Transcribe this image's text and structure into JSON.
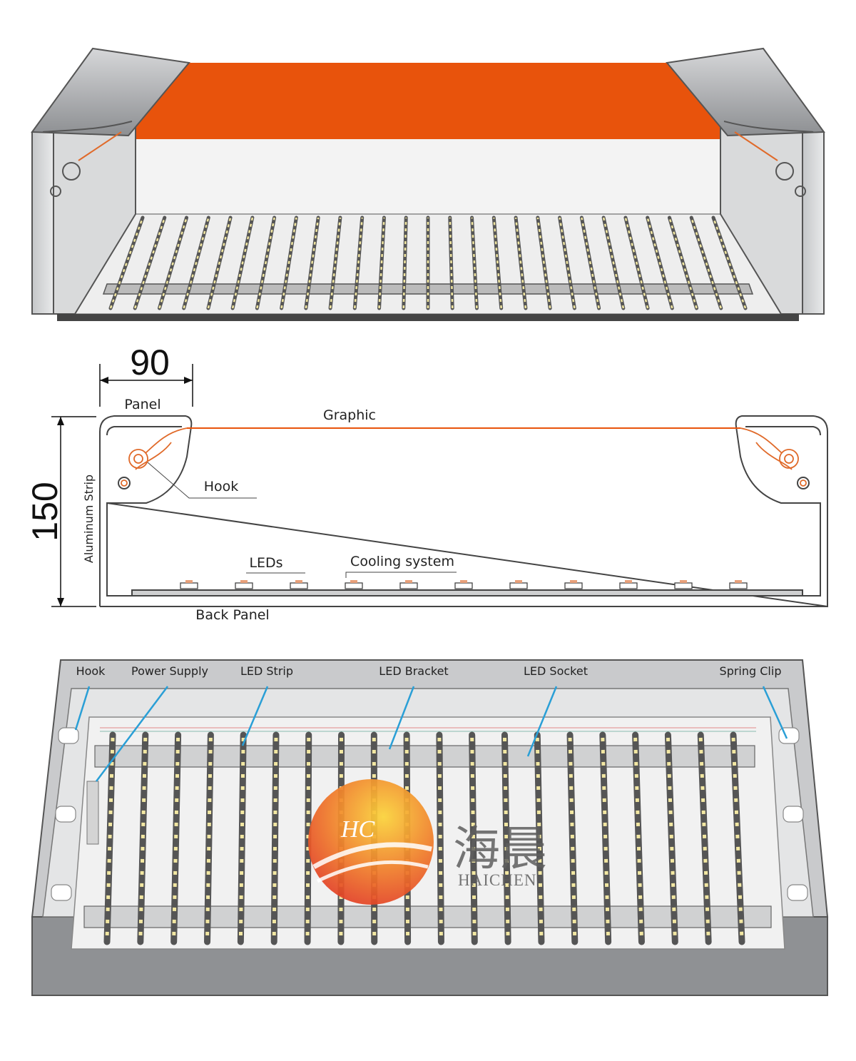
{
  "colors": {
    "graphic": "#e8530c",
    "aluminum": "#a9abae",
    "aluminum_dark": "#6e7073",
    "led": "#f2e7a2",
    "leader_blue": "#2a9fd6",
    "leader_red": "#e06a2a"
  },
  "section_view": {
    "dim_width": "90",
    "dim_height": "150",
    "labels": {
      "panel": "Panel",
      "graphic": "Graphic",
      "hook": "Hook",
      "aluminum_strip": "Aluminum Strip",
      "leds": "LEDs",
      "cooling_system": "Cooling system",
      "back_panel": "Back Panel"
    }
  },
  "top_view": {
    "labels": [
      "Hook",
      "Power Supply",
      "LED Strip",
      "LED Bracket",
      "LED Socket",
      "Spring Clip"
    ]
  },
  "logo": {
    "initials": "HC",
    "chinese": "海晨",
    "english": "HAICHEN"
  }
}
